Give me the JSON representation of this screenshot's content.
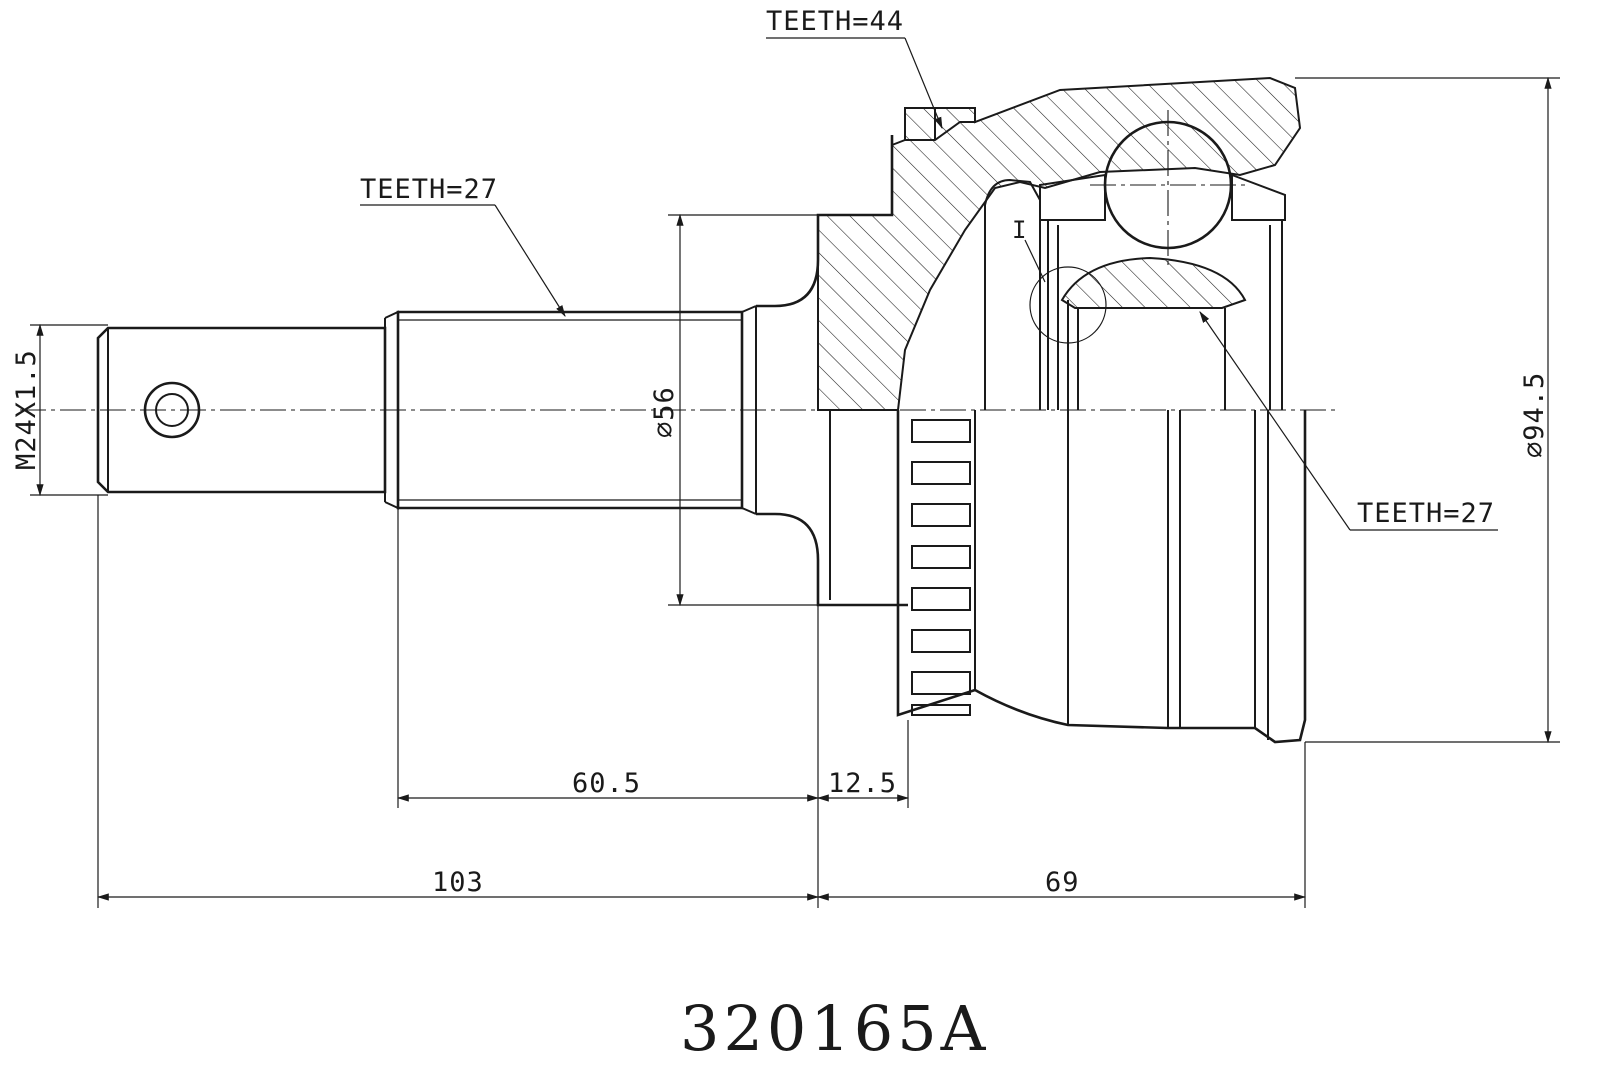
{
  "drawing": {
    "part_number": "320165A",
    "labels": {
      "teeth_outer_ring": "TEETH=44",
      "teeth_shaft": "TEETH=27",
      "teeth_inner": "TEETH=27",
      "thread": "M24X1.5",
      "diameter_shaft": "⌀56",
      "diameter_body": "⌀94.5",
      "detail_marker": "I"
    },
    "dimensions": {
      "spline_length": "60.5",
      "flange_width": "12.5",
      "shaft_total": "103",
      "body_length": "69"
    }
  }
}
